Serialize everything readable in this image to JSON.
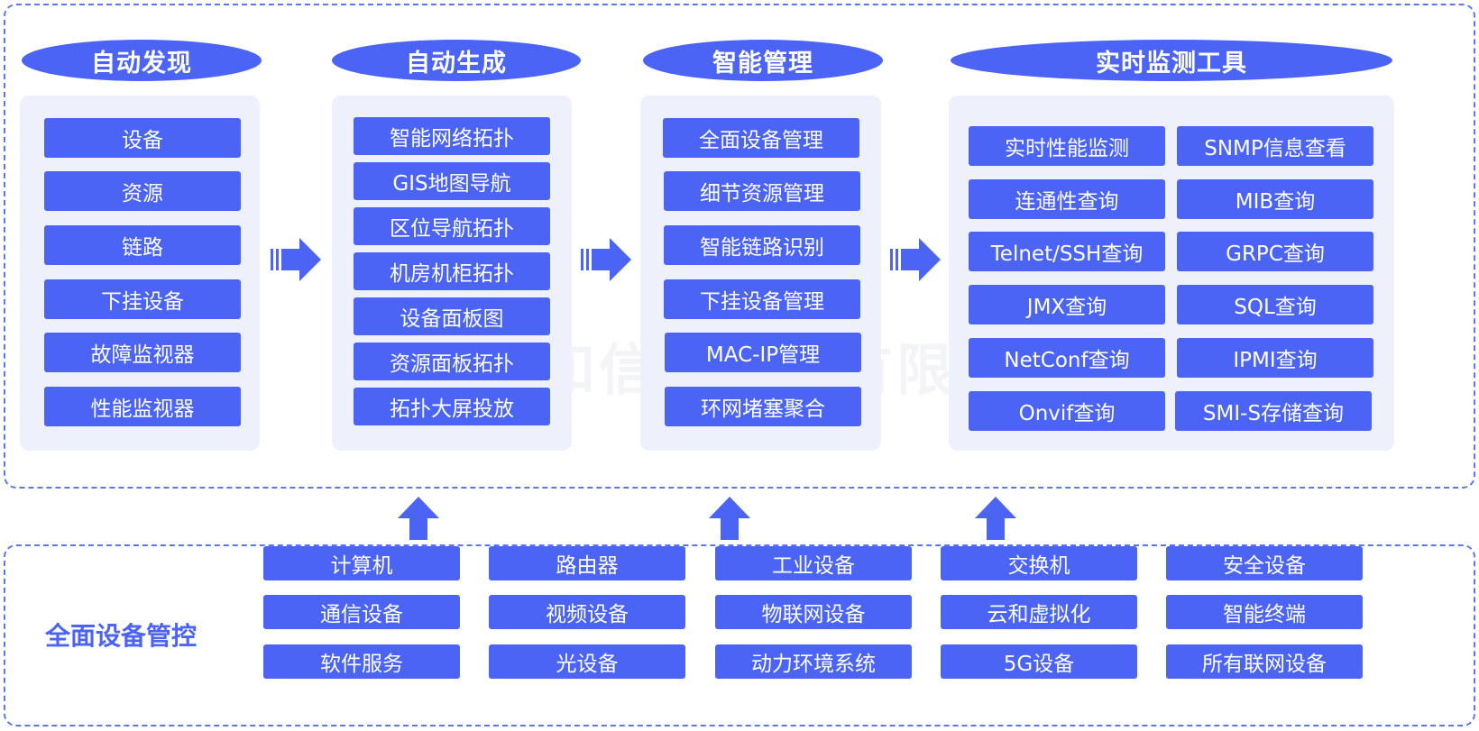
{
  "columns": [
    {
      "title": "自动发现",
      "items": [
        "设备",
        "资源",
        "链路",
        "下挂设备",
        "故障监视器",
        "性能监视器"
      ]
    },
    {
      "title": "自动生成",
      "items": [
        "智能网络拓扑",
        "GIS地图导航",
        "区位导航拓扑",
        "机房机柜拓扑",
        "设备面板图",
        "资源面板拓扑",
        "拓扑大屏投放"
      ]
    },
    {
      "title": "智能管理",
      "items": [
        "全面设备管理",
        "细节资源管理",
        "智能链路识别",
        "下挂设备管理",
        "MAC-IP管理",
        "环网堵塞聚合"
      ]
    },
    {
      "title": "实时监测工具",
      "items_left": [
        "实时性能监测",
        "连通性查询",
        "Telnet/SSH查询",
        "JMX查询",
        "NetConf查询",
        "Onvif查询"
      ],
      "items_right": [
        "SNMP信息查看",
        "MIB查询",
        "GRPC查询",
        "SQL查询",
        "IPMI查询",
        "SMI-S存储查询"
      ]
    }
  ],
  "watermark": "北京广和信息技术有限公司",
  "device_management": {
    "title": "全面设备管控",
    "grid": [
      [
        "计算机",
        "路由器",
        "工业设备",
        "交换机",
        "安全设备"
      ],
      [
        "通信设备",
        "视频设备",
        "物联网设备",
        "云和虚拟化",
        "智能终端"
      ],
      [
        "软件服务",
        "光设备",
        "动力环境系统",
        "5G设备",
        "所有联网设备"
      ]
    ]
  },
  "colors": {
    "accent": "#4b64f6",
    "panel_bg": "#eef1fb",
    "frame_border": "#5b76ee",
    "text_on_accent": "#ffffff"
  },
  "icons": [
    "arrow-right-icon",
    "arrow-up-icon"
  ]
}
